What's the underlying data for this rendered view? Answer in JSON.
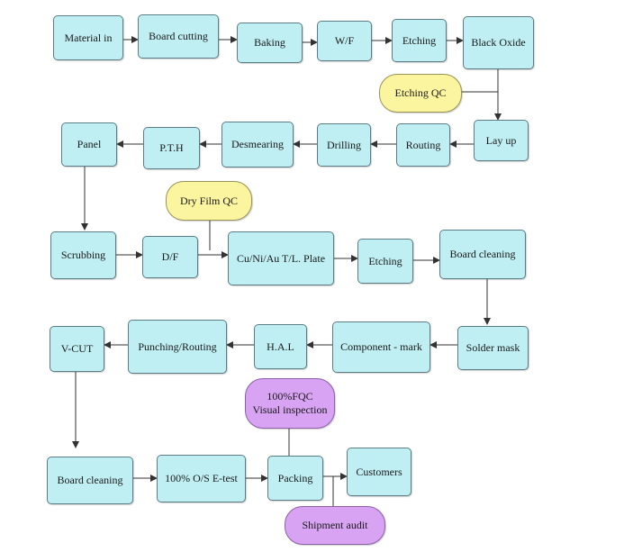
{
  "steps": {
    "material_in": "Material in",
    "board_cutting": "Board cutting",
    "baking": "Baking",
    "wf": "W/F",
    "etching_1": "Etching",
    "black_oxide": "Black Oxide",
    "etching_qc": "Etching QC",
    "lay_up": "Lay up",
    "routing": "Routing",
    "drilling": "Drilling",
    "desmearing": "Desmearing",
    "pth": "P.T.H",
    "panel": "Panel",
    "dry_film_qc": "Dry Film QC",
    "scrubbing": "Scrubbing",
    "df": "D/F",
    "plate": "Cu/Ni/Au T/L. Plate",
    "etching_2": "Etching",
    "board_cleaning_1": "Board cleaning",
    "solder_mask": "Solder mask",
    "component_mark": "Component - mark",
    "hal": "H.A.L",
    "punching_routing": "Punching/Routing",
    "vcut": "V-CUT",
    "board_cleaning_2": "Board cleaning",
    "etest": "100% O/S E-test",
    "packing": "Packing",
    "customers": "Customers",
    "fqc_line1": "100%FQC",
    "fqc_line2": "Visual inspection",
    "shipment_audit": "Shipment audit"
  },
  "colors": {
    "process_box": "#bfeff3",
    "qc_yellow": "#fbf59f",
    "qc_purple": "#d7a3f2",
    "arrow": "#333333"
  }
}
